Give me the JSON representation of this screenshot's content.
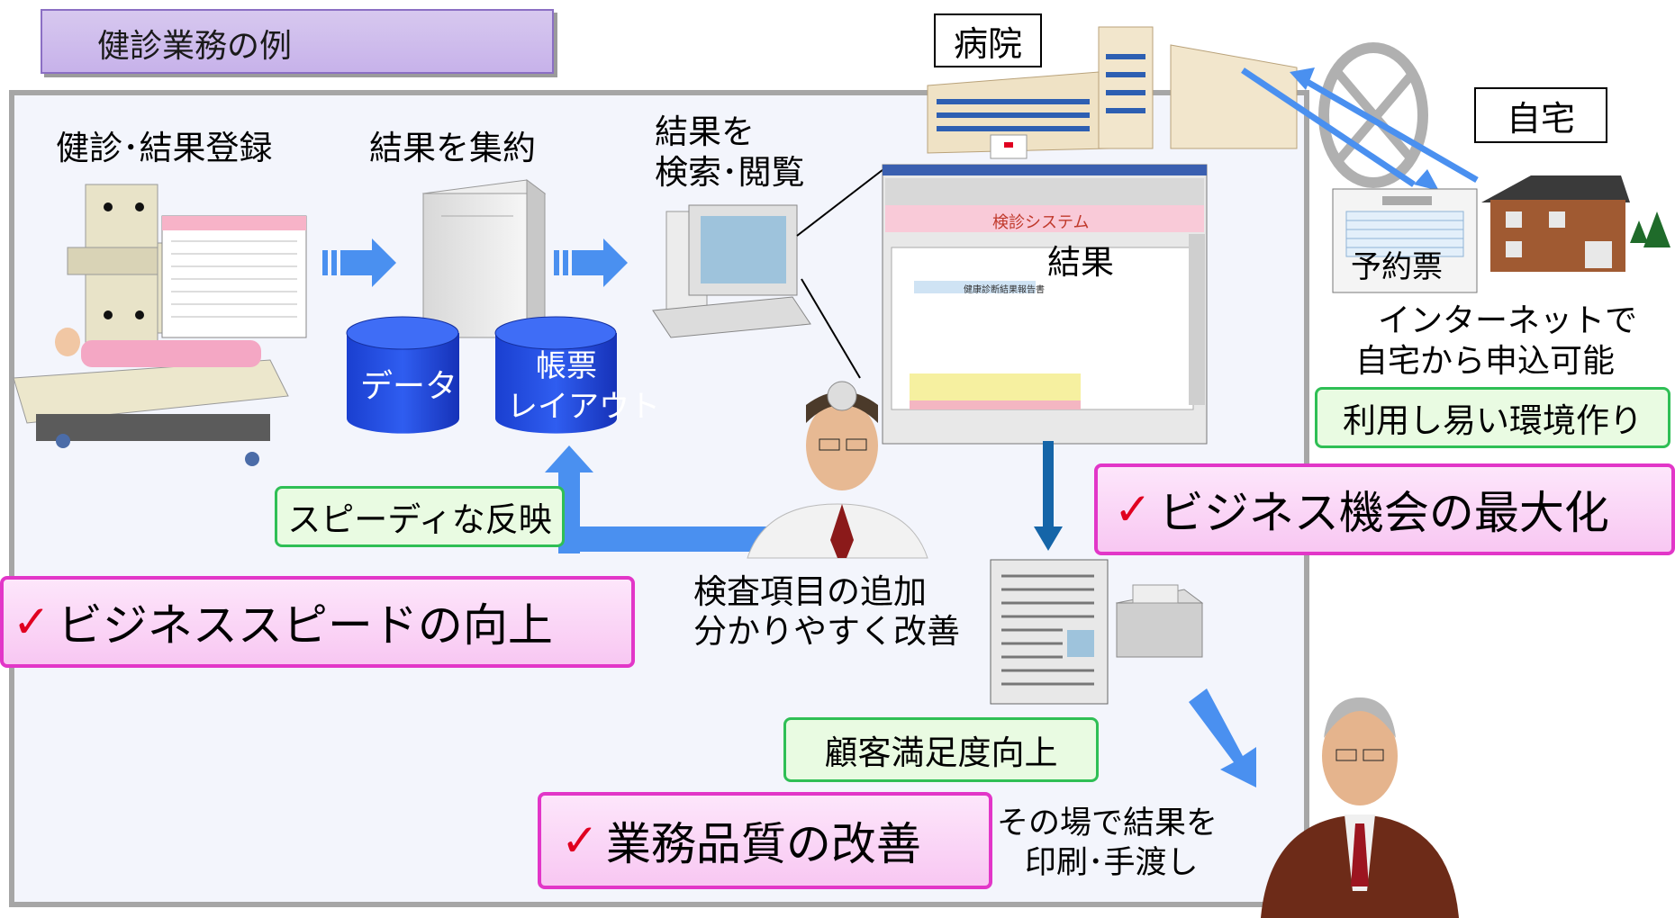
{
  "title": "健診業務の例",
  "labels": {
    "register": "健診･結果登録",
    "aggregate": "結果を集約",
    "search_l1": "結果を",
    "search_l2": "検索･閲覧",
    "hospital": "病院",
    "home": "自宅",
    "reservation": "予約票",
    "internet_l1": "インターネットで",
    "internet_l2": "自宅から申込可能",
    "data_cylinder": "データ",
    "layout_l1": "帳票",
    "layout_l2": "レイアウト",
    "result": "結果",
    "items_l1": "検査項目の追加",
    "items_l2": "分かりやすく改善",
    "handover_l1": "その場で結果を",
    "handover_l2": "印刷･手渡し"
  },
  "screen": {
    "system_title": "検診システム",
    "report_title": "健康診断結果報告書"
  },
  "green_boxes": {
    "speedy": "スピーディな反映",
    "easy_env": "利用し易い環境作り",
    "satisfaction": "顧客満足度向上"
  },
  "pink_boxes": {
    "check": "✓",
    "speed": "ビジネススピードの向上",
    "opportunity": "ビジネス機会の最大化",
    "quality": "業務品質の改善"
  },
  "colors": {
    "arrow_blue": "#4a90f0",
    "cylinder_blue": "#1a3fd0",
    "green_border": "#2fbf55",
    "pink_border": "#e236c8",
    "check_red": "#e00020"
  }
}
